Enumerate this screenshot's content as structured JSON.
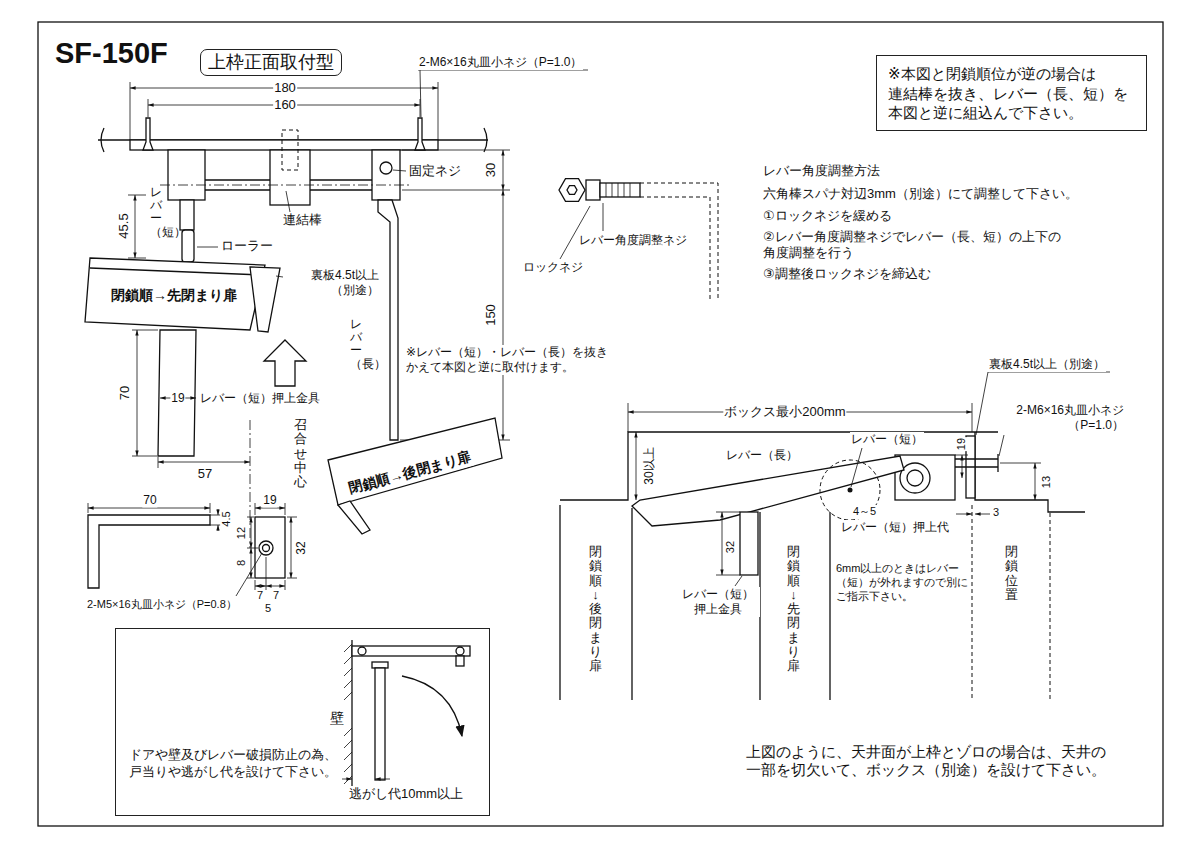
{
  "diagram": {
    "title": "SF-150F",
    "nodes": [
      {
        "text": [
          "上枠正面取付型"
        ]
      },
      {
        "text": [
          "※本図と閉鎖順位が逆の場合は 連結棒を抜き、レバー（長、短）を 本図と逆に組込んで下さい。"
        ]
      },
      {
        "text": [
          "壁",
          "ドアや壁及びレバー破損防止の為、 戸当りや逃がし代を設けて下さい。",
          "逃がし代10mm以上"
        ]
      }
    ],
    "labels": [
      "2-M6×16丸皿小ネジ（P=1.0）",
      "180",
      "160",
      "30",
      "固定ネジ",
      "レバー（短）",
      "45.5",
      "連結棒",
      "ローラー",
      "裏板4.5t以上 （別途）",
      "閉鎖順→先閉まり扉",
      "レバー（長）",
      "150",
      "70",
      "19",
      "レバー（短）押上金具",
      "57",
      "召合せ中心",
      "※レバー（短）・レバー（長）を抜き かえて本図と逆に取付けます。",
      "閉鎖順→後閉まり扉",
      "70",
      "19",
      "4.5",
      "12",
      "8",
      "32",
      "7",
      "7",
      "5",
      "2-M5×16丸皿小ネジ（P=0.8）",
      "レバー角度調整方法",
      "六角棒スパナ対辺3mm（別途）にて調整して下さい。",
      "①ロックネジを緩める",
      "②レバー角度調整ネジでレバー（長、短）の上下の 角度調整を行う",
      "③調整後ロックネジを締込む",
      "レバー角度調整ネジ",
      "ロックネジ",
      "裏板4.5t以上（別途）",
      "ボックス最小200mm",
      "2-M6×16丸皿小ネジ （P=1.0）",
      "30以上",
      "レバー（短）",
      "19",
      "レバー（長）",
      "13",
      "4～5",
      "レバー（短）押上代",
      "3",
      "32",
      "レバー（短） 押上金具",
      "6mm以上のときはレバー （短）が外れますので別に ご指示下さい。",
      "閉鎖順↓後閉まり扉",
      "閉鎖順↓先閉まり扉",
      "閉鎖位置",
      "上図のように、天井面が上枠とゾロの場合は、天井の 一部を切欠いて、ボックス（別途）を設けて下さい。"
    ]
  }
}
